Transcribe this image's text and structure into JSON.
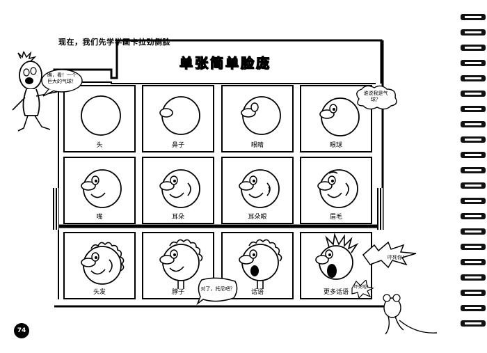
{
  "page": {
    "intro": "现在，我们先学学画卡拉劲侧脸",
    "title": "单张简单脸庞",
    "page_number": "74"
  },
  "bubbles": {
    "left_character": "瞧，看！一个巨大的气球！",
    "top_right": "谁说我是气球？",
    "thinking": "对了，托尼吧？",
    "yelling": "吓死你！",
    "mouse": "吓死啦！"
  },
  "cells": [
    {
      "label": "头"
    },
    {
      "label": "鼻子"
    },
    {
      "label": "眼睛"
    },
    {
      "label": "眼球"
    },
    {
      "label": "嘴"
    },
    {
      "label": "耳朵"
    },
    {
      "label": "耳朵眼"
    },
    {
      "label": "眉毛"
    },
    {
      "label": "头发"
    },
    {
      "label": "脖子"
    },
    {
      "label": "话语"
    },
    {
      "label": "更多话语"
    }
  ]
}
